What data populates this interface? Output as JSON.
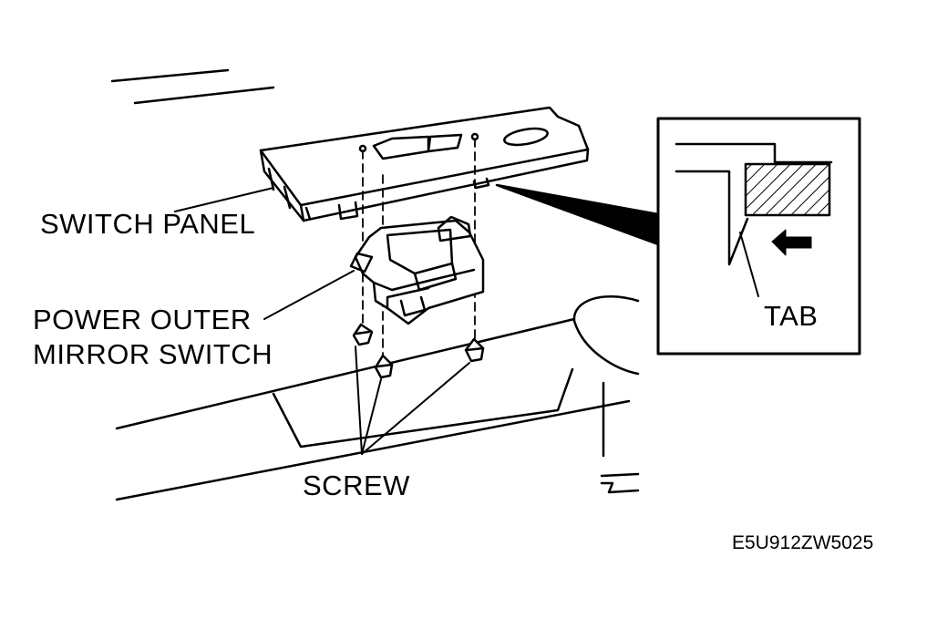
{
  "labels": {
    "switch_panel": "SWITCH PANEL",
    "mirror_switch_line1": "POWER OUTER",
    "mirror_switch_line2": "MIRROR SWITCH",
    "screw": "SCREW",
    "tab": "TAB"
  },
  "figure_code": "E5U912ZW5025"
}
